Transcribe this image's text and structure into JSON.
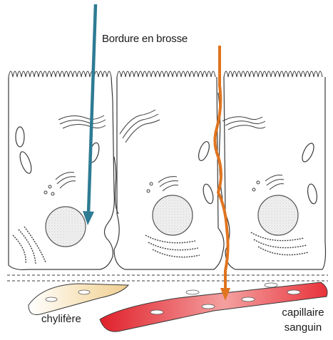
{
  "labels": {
    "brush_border": "Bordure en brosse",
    "lymphatic": "chylifère",
    "capillary_line1": "capillaire",
    "capillary_line2": "sanguin"
  },
  "colors": {
    "transcellular_arrow": "#2e7b93",
    "paracellular_arrow": "#e0741f",
    "capillary": "#e0202a",
    "lymphatic": "#f3d8a3",
    "outline": "#3a3a3a"
  }
}
